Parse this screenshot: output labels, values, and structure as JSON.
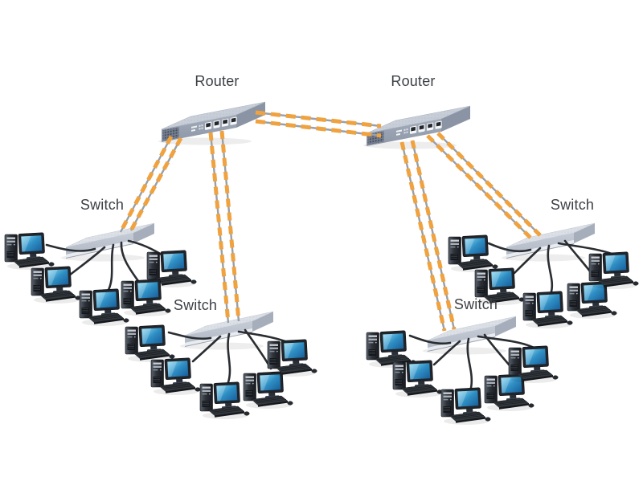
{
  "diagram": {
    "type": "network-topology",
    "background": "#ffffff",
    "nodes": {
      "routers": [
        {
          "id": "router-left",
          "label": "Router"
        },
        {
          "id": "router-right",
          "label": "Router"
        }
      ],
      "switches": [
        {
          "id": "switch-upper-left",
          "label": "Switch"
        },
        {
          "id": "switch-lower-left",
          "label": "Switch"
        },
        {
          "id": "switch-lower-right",
          "label": "Switch"
        },
        {
          "id": "switch-upper-right",
          "label": "Switch"
        }
      ],
      "computers": {
        "count": 20,
        "per_switch": 5
      }
    },
    "edges": {
      "router_to_router": [
        {
          "from": "router-left",
          "to": "router-right",
          "cables": 2,
          "style": "orange-dashed"
        }
      ],
      "router_to_switch": [
        {
          "from": "router-left",
          "to": "switch-upper-left",
          "cables": 2,
          "style": "orange-dashed"
        },
        {
          "from": "router-left",
          "to": "switch-lower-left",
          "cables": 2,
          "style": "orange-dashed"
        },
        {
          "from": "router-right",
          "to": "switch-lower-right",
          "cables": 2,
          "style": "orange-dashed"
        },
        {
          "from": "router-right",
          "to": "switch-upper-right",
          "cables": 2,
          "style": "orange-dashed"
        }
      ],
      "switch_to_computer": {
        "cables_per_switch": 5,
        "style": "black-curved"
      }
    },
    "icons": {
      "router": "router-3d-icon",
      "switch": "switch-3d-icon",
      "computer": "desktop-computer-icon"
    },
    "colors": {
      "cable_orange": "#f0a23e",
      "cable_core_gray": "#99a0a8",
      "cable_black": "#2a2d31",
      "router_top": "#c9cfd9",
      "router_front": "#98a2b1",
      "switch_top": "#dde1e8",
      "switch_front": "#bdc4cf",
      "screen_blue": "#2f8fc4",
      "label_text": "#3d4045"
    }
  }
}
